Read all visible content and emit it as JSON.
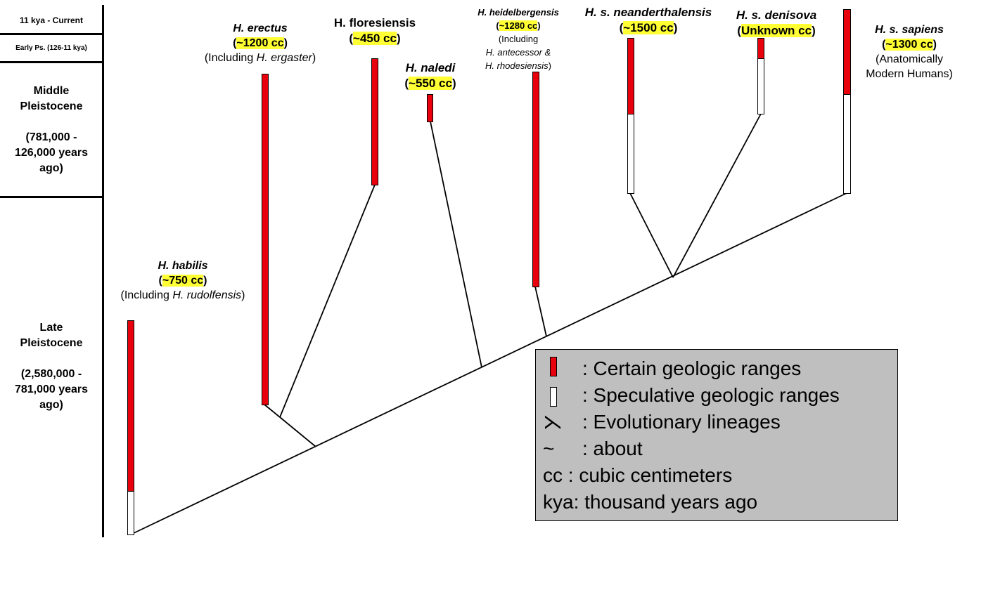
{
  "eras": {
    "recent": "11 kya - Current",
    "early": "Early Ps. (126-11 kya)",
    "middle": [
      "Middle",
      "Pleistocene",
      "",
      "(781,000 -",
      "126,000 years",
      "ago)"
    ],
    "late": [
      "Late",
      "Pleistocene",
      "",
      "(2,580,000 -",
      "781,000 years",
      "ago)"
    ]
  },
  "species": {
    "habilis": {
      "name": "H. habilis",
      "cc": "~750 cc",
      "note_pre": "(Including ",
      "note_it": "H. rudolfensis",
      "note_post": ")"
    },
    "erectus": {
      "name": "H. erectus",
      "cc": "~1200 cc",
      "note_pre": "(Including ",
      "note_it": "H. ergaster",
      "note_post": ")"
    },
    "floresiensis": {
      "name": "H. floresiensis",
      "cc": "~450 cc"
    },
    "naledi": {
      "name": "H. naledi",
      "cc": "~550 cc"
    },
    "heidelbergensis": {
      "name": "H. heidelbergensis",
      "cc": "~1280 cc",
      "note1": "(Including",
      "note2": "H. antecessor &",
      "note3": "H. rhodesiensis",
      "note3_post": ")"
    },
    "neanderthalensis": {
      "name": "H. s. neanderthalensis",
      "cc": "~1500 cc"
    },
    "denisova": {
      "name": "H. s. denisova",
      "cc": "Unknown cc"
    },
    "sapiens": {
      "name": "H. s. sapiens",
      "cc": "~1300 cc",
      "note1": "(Anatomically",
      "note2": "Modern Humans)"
    }
  },
  "legend": {
    "certain": ": Certain geologic ranges",
    "speculative": ": Speculative geologic ranges",
    "lineage_sym": "⋋",
    "lineage": ": Evolutionary lineages",
    "about_sym": "~",
    "about": ": about",
    "cc_sym": "cc",
    "cc": " : cubic centimeters",
    "kya_sym": "kya",
    "kya": ": thousand years ago"
  },
  "colors": {
    "certain": "#e8000d",
    "speculative": "#ffffff",
    "highlight": "#ffff33",
    "legend_bg": "#bfbfbf"
  }
}
